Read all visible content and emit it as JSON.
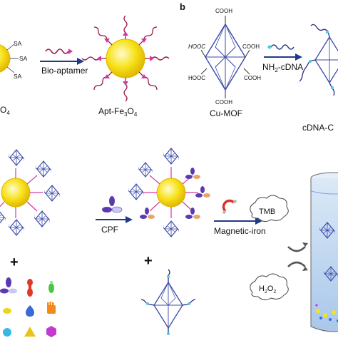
{
  "panel_b_letter": "b",
  "labels": {
    "sa_top": "SA",
    "sa_mid": "SA",
    "sa_bot": "SA",
    "bio_aptamer": "Bio-aptamer",
    "fe3o4_left": "O",
    "fe3o4_left_sub": "4",
    "apt_fe3o4": "Apt-Fe",
    "apt_fe3o4_sub": "3",
    "apt_fe3o4_tail": "O",
    "apt_fe3o4_sub2": "4",
    "cu_mof": "Cu-MOF",
    "nh2_cdna": "NH",
    "nh2_cdna_sub": "2",
    "nh2_cdna_tail": "-cDNA",
    "cdna_partial": "cDNA-C",
    "cooh_top": "COOH",
    "hooc_left": "HOOC",
    "cooh_right": "COOH",
    "hooc_low": "HOOC",
    "cooh_low": "COOH",
    "cooh_bottom": "COOH",
    "cpf": "CPF",
    "magnetic_iron": "Magnetic-iron",
    "tmb": "TMB",
    "h2o2": "H",
    "h2o2_sub": "2",
    "h2o2_tail": "O",
    "h2o2_sub2": "2",
    "plus_left": "+",
    "plus_mid": "+"
  },
  "colors": {
    "bead": "#f7e21a",
    "bead_edge": "#e2b800",
    "aptamer": "#9b1a4a",
    "linker": "#d23aa0",
    "mof": "#3a4aa8",
    "arrow": "#1f3a8a",
    "beaker_liquid": "#bcd6f0"
  }
}
